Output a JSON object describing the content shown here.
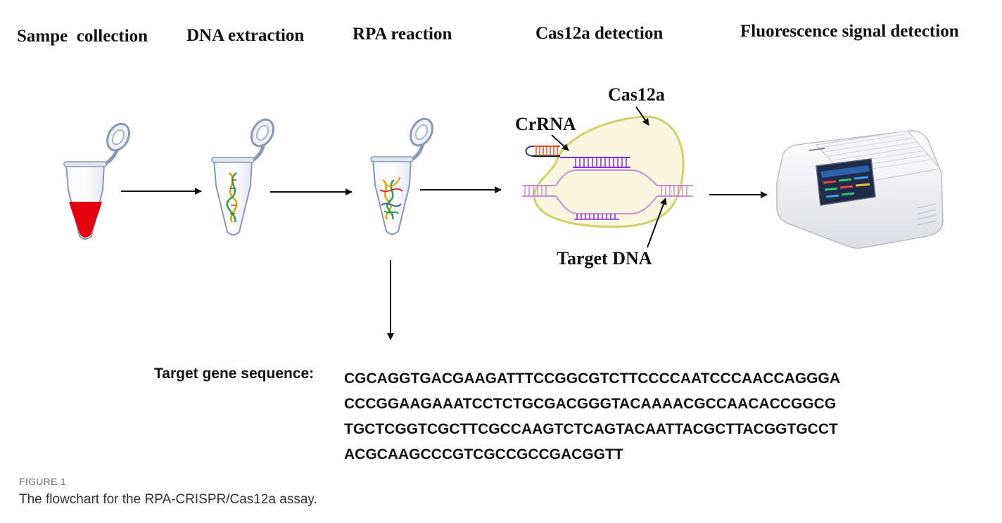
{
  "steps": [
    {
      "title": "Sampe  collection"
    },
    {
      "title": "DNA extraction"
    },
    {
      "title": "RPA reaction"
    },
    {
      "title": "Cas12a detection"
    },
    {
      "title": "Fluorescence signal detection"
    }
  ],
  "cas12a_panel": {
    "cas12a_label": "Cas12a",
    "crrna_label": "CrRNA",
    "target_dna_label": "Target DNA"
  },
  "sequence": {
    "label": "Target gene sequence:",
    "lines": [
      "CGCAGGTGACGAAGATTTCCGGCGTCTTCCCCAATCCCAACCAGGGA",
      "CCCGGAAGAAATCCTCTGCGACGGGTACAAAACGCCAACACCGGCG",
      "TGCTCGGTCGCTTCGCCAAGTCTCAGTACAATTACGCTTACGGTGCCT",
      "ACGCAAGCCCGTCGCCGCCGACGGTT"
    ]
  },
  "figure": {
    "label": "FIGURE 1",
    "caption": "The flowchart for the RPA-CRISPR/Cas12a assay."
  },
  "colors": {
    "sample_liquid": "#e3000f",
    "crrna_stem": "#e64b1e",
    "crrna_strand": "#8a2be2",
    "target_dna": "#d6a6e6",
    "cas12a_fill": "#faf6e0",
    "cas12a_outline": "#cfd26a",
    "device_screen": "#2f5fa8"
  }
}
